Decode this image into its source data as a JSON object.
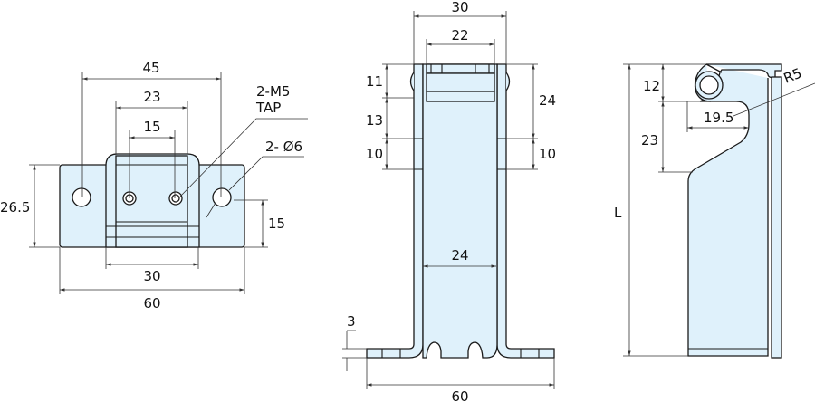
{
  "front_view": {
    "dims": {
      "hole_pitch": "45",
      "bump_width": "23",
      "tap_pitch": "15",
      "height": "26.5",
      "hole_height": "15",
      "base_width": "30",
      "total_width": "60"
    },
    "callouts": {
      "tap_line1": "2-M5",
      "tap_line2": "TAP",
      "hole": "2- Ø6"
    }
  },
  "side_view": {
    "dims": {
      "outer_width": "30",
      "inner_width": "22",
      "top": "11",
      "mid": "13",
      "slot_left": "10",
      "right_top": "24",
      "slot_right": "10",
      "body_width": "24",
      "thickness": "3",
      "total_width": "60"
    }
  },
  "profile_view": {
    "dims": {
      "length": "L",
      "hook": "12",
      "cut": "23",
      "depth": "19.5",
      "radius": "R5"
    }
  },
  "colors": {
    "fill": "#dff1fb",
    "stroke": "#1a1a1a"
  }
}
